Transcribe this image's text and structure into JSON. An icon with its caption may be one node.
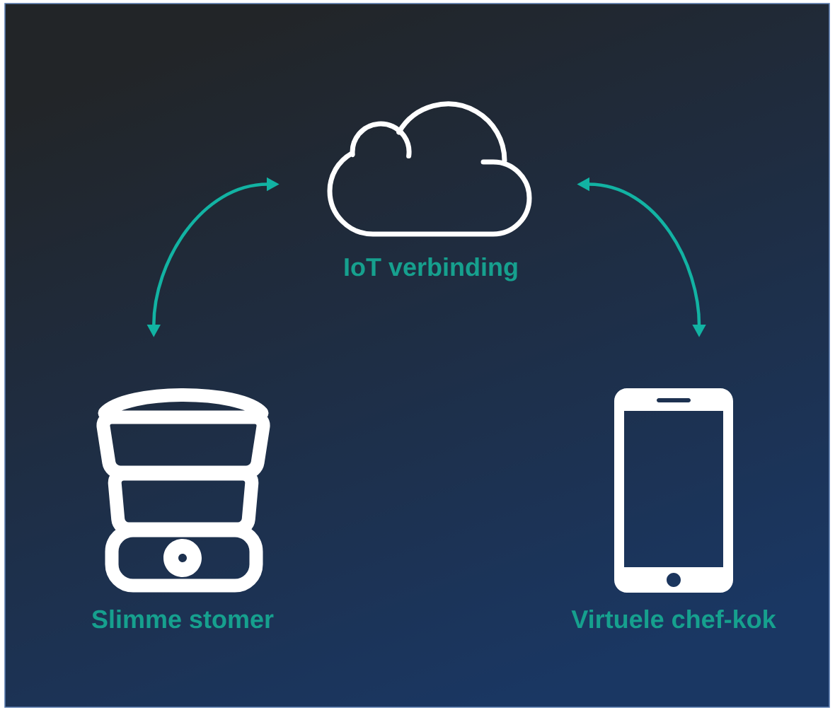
{
  "diagram": {
    "nodes": [
      {
        "text": [
          "IoT verbinding"
        ]
      },
      {
        "text": [
          "Slimme stomer"
        ]
      },
      {
        "text": [
          "Virtuele chef-kok"
        ]
      }
    ],
    "edges": [
      {
        "from": 0,
        "to": 1,
        "arrow": "both"
      },
      {
        "from": 0,
        "to": 2,
        "arrow": "both"
      }
    ]
  }
}
